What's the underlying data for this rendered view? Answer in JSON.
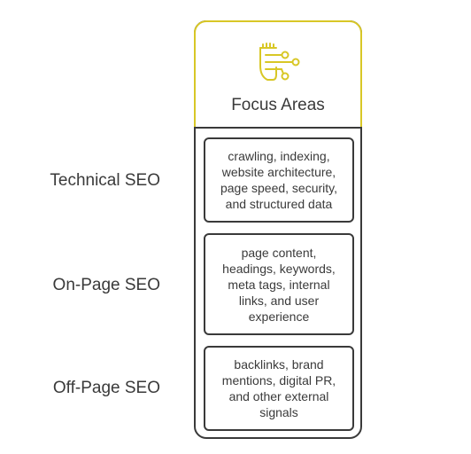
{
  "header": {
    "title": "Focus Areas",
    "icon": "foot-with-nodes-icon",
    "accent_color": "#d8c726"
  },
  "rows": [
    {
      "label": "Technical SEO",
      "description": "crawling, indexing, website architecture, page speed, security, and structured data"
    },
    {
      "label": "On-Page SEO",
      "description": "page content, headings, keywords, meta tags, internal links, and user experience"
    },
    {
      "label": "Off-Page SEO",
      "description": "backlinks, brand mentions, digital PR, and other external signals"
    }
  ],
  "colors": {
    "border": "#3a3a3a",
    "text": "#3a3a3a",
    "accent": "#d8c726"
  }
}
